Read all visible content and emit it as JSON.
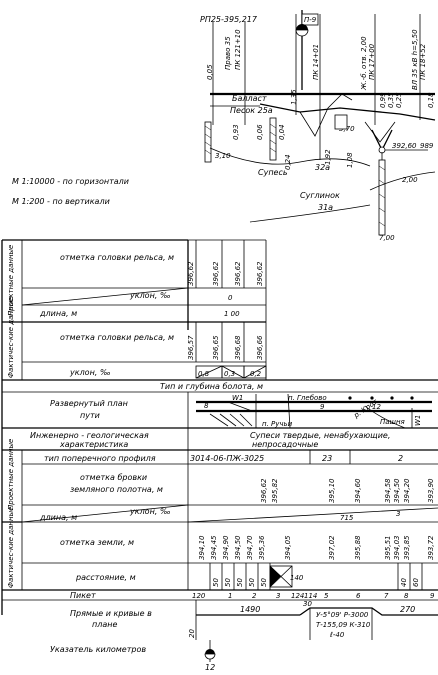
{
  "top_profile": {
    "labels": {
      "rp": "РП25-395,217",
      "pravo": "Право 35",
      "pk_a": "ПК 121+10",
      "bore_id": "П-9",
      "pk_b": "ПК 14+01",
      "zh": "Ж.-б. отв. 2,00",
      "pk_c": "ПК 17+00",
      "vl": "ВЛ 35 кВ h=5,50",
      "pk_d": "ПК 18+52",
      "ballast": "Балласт",
      "sand": "Песок 25а",
      "supes": "Супесь",
      "supes_code": "32а",
      "suglinok": "Суглинок",
      "suglinok_code": "31а",
      "mark": "392,60",
      "mark_code": "989"
    },
    "depths": [
      "0,05",
      "1,35",
      "0,99",
      "0,35",
      "0,25",
      "0,18",
      "0,93",
      "0,06",
      "0,04",
      "3,70",
      "3,10",
      "0,24",
      "1,92",
      "1,08",
      "2,00",
      "7,00"
    ]
  },
  "scale": {
    "horizontal": "М 1:10000 - по горизонтали",
    "vertical": "М 1:200 - по вертикали"
  },
  "block1": {
    "group_project": "Проектные данные",
    "group_fact": "Фактичес-кие данные",
    "rows": {
      "rail_head": "отметка головки рельса, м",
      "slope": "уклон, ‰",
      "length": "длина, м",
      "fact_rail_head": "отметка головки рельса, м",
      "fact_slope": "уклон, ‰"
    },
    "proj_rail_values": [
      "396,62",
      "396,62",
      "396,62",
      "396,62"
    ],
    "proj_slope": "0",
    "proj_length": "1 00",
    "fact_rail_values": [
      "396,57",
      "396,65",
      "396,68",
      "396,66"
    ],
    "fact_slopes": [
      "0,8",
      "0,3",
      "0,2"
    ]
  },
  "swamp": {
    "label": "Тип и глубина болота, м"
  },
  "plan": {
    "label": "Развернутый план пути",
    "w1": "W1",
    "glebovo": "п. Глебово",
    "ruchi": "п. Ручьи",
    "pashnya": "Пашня",
    "river": "р. Крот",
    "nums": [
      "8",
      "9",
      "12"
    ],
    "w1_right": "W1"
  },
  "geo": {
    "label": "Инженерно - геологическая характеристика",
    "value": "Супеси твердые, ненабухающие, непросадочные"
  },
  "block2": {
    "group_project": "Проектные данные",
    "group_fact": "Фактичес-кие данные",
    "rows": {
      "cross_type": "тип поперечного профиля",
      "subgrade": "отметка бровки земляного полотна, м",
      "slope": "уклон, ‰",
      "length": "длина, м",
      "ground": "отметка земли, м",
      "distance": "расстояние, м"
    },
    "cross_type_values": [
      "3014-06-ПЖ-3025",
      "23",
      "2"
    ],
    "subgrade_values": [
      "396,62",
      "395,82",
      "395,10",
      "394,60",
      "394,58",
      "394,50",
      "394,20",
      "393,90"
    ],
    "slope_value": "3",
    "length_value": "715",
    "ground_values": [
      "394,10",
      "394,45",
      "394,90",
      "394,50",
      "394,70",
      "395,36",
      "394,05",
      "397,02",
      "395,88",
      "395,51",
      "394,03",
      "393,85",
      "393,72"
    ],
    "distances": [
      "50",
      "50",
      "50",
      "50",
      "50",
      "140",
      "40",
      "60"
    ]
  },
  "piket": {
    "label": "Пикет",
    "values": [
      "120",
      "1",
      "2",
      "3",
      "124",
      "114",
      "5",
      "6",
      "7",
      "8",
      "9"
    ]
  },
  "curves": {
    "label": "Прямые и кривые в плане",
    "lens": [
      "1490",
      "30",
      "270"
    ],
    "curve_params": [
      "У-5°09' Р-3000",
      "Т-155,09 К-310",
      "ℓ-40"
    ],
    "side": "20"
  },
  "km": {
    "label": "Указатель километров",
    "value": "12"
  }
}
